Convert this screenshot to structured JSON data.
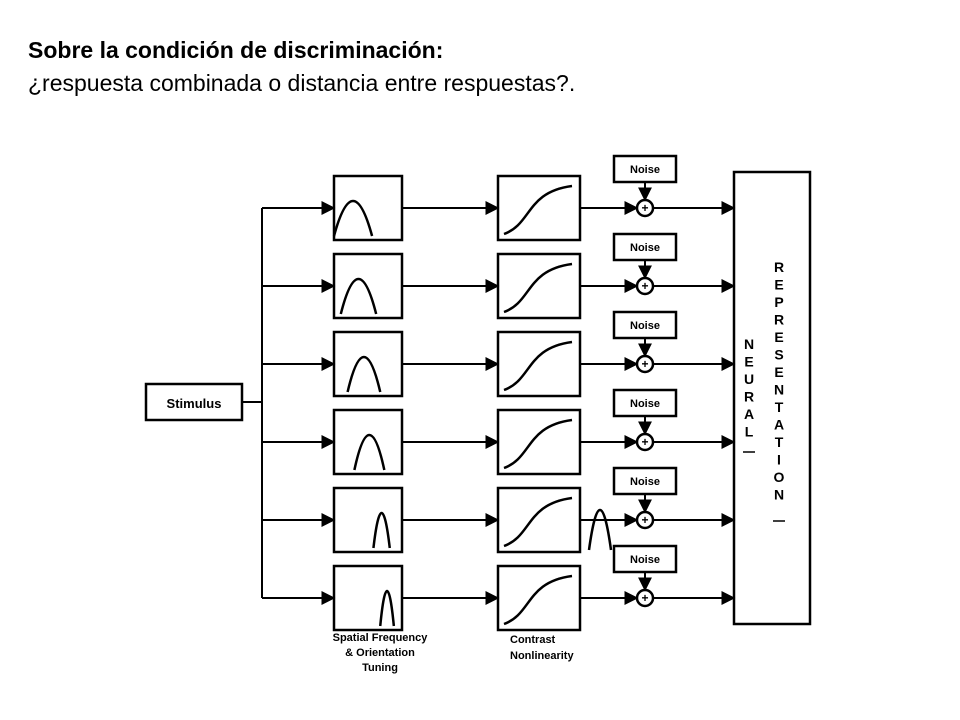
{
  "slide": {
    "title": "Sobre la condición de discriminación:",
    "subtitle": "¿respuesta combinada o distancia entre respuestas?."
  },
  "diagram": {
    "stimulus_label": "Stimulus",
    "noise_label": "Noise",
    "sum_symbol": "+",
    "channel_count": 6,
    "output_label_left": [
      "N",
      "E",
      "U",
      "R",
      "A",
      "L"
    ],
    "output_label_right": [
      "R",
      "E",
      "P",
      "R",
      "E",
      "S",
      "E",
      "N",
      "T",
      "A",
      "T",
      "I",
      "O",
      "N"
    ],
    "caption_tuning": [
      "Spatial  Frequency",
      "& Orientation",
      "Tuning"
    ],
    "caption_contrast": [
      "Contrast",
      "Nonlinearity"
    ]
  }
}
